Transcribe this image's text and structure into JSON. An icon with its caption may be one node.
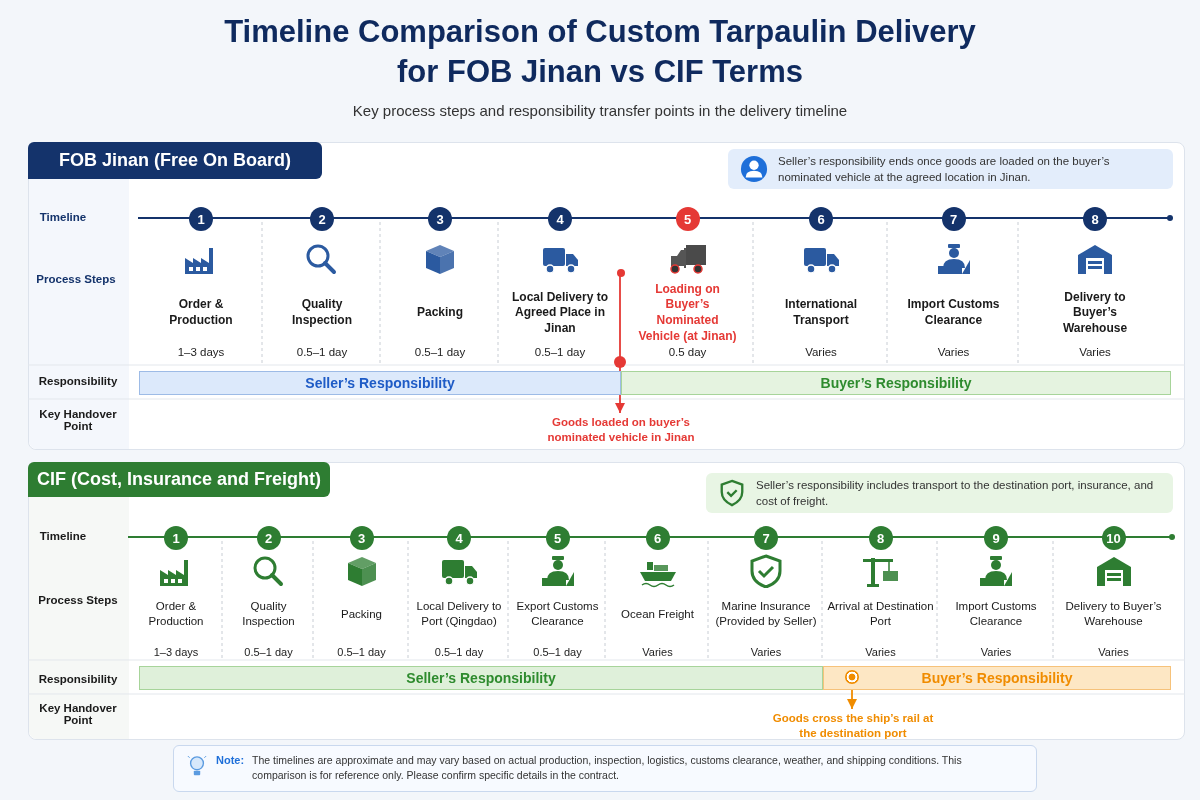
{
  "diagram": {
    "title": "Timeline Comparison of Custom Tarpaulin Delivery for FOB Jinan vs CIF Terms",
    "nodes": [
      {
        "text": [
          "FOB Jinan (Free On Board)"
        ]
      },
      {
        "text": [
          "Seller’s responsibility ends once goods are loaded on the buyer’s nominated vehicle at the agreed location in Jinan."
        ],
        "in": 0
      },
      {
        "text": [
          "1",
          "Order & Production",
          "1–3 days"
        ],
        "in": 0
      },
      {
        "text": [
          "2",
          "Quality Inspection",
          "0.5–1 day"
        ],
        "in": 0
      },
      {
        "text": [
          "3",
          "Packing",
          "0.5–1 day"
        ],
        "in": 0
      },
      {
        "text": [
          "4",
          "Local Delivery to Agreed Place in Jinan",
          "0.5–1 day"
        ],
        "in": 0
      },
      {
        "text": [
          "5",
          "Loading on Buyer’s Nominated Vehicle (at Jinan)",
          "0.5 day"
        ],
        "in": 0
      },
      {
        "text": [
          "6",
          "International Transport",
          "Varies"
        ],
        "in": 0
      },
      {
        "text": [
          "7",
          "Import Customs Clearance",
          "Varies"
        ],
        "in": 0
      },
      {
        "text": [
          "8",
          "Delivery to Buyer’s Warehouse",
          "Varies"
        ],
        "in": 0
      },
      {
        "text": [
          "Seller’s Responsibility"
        ],
        "in": 0
      },
      {
        "text": [
          "Buyer’s Responsibility"
        ],
        "in": 0
      },
      {
        "text": [
          "Goods loaded on buyer’s nominated vehicle in Jinan"
        ],
        "in": 0
      },
      {
        "text": [
          "CIF (Cost, Insurance and Freight)"
        ]
      },
      {
        "text": [
          "Seller’s responsibility includes transport to the destination port, insurance, and cost of freight."
        ],
        "in": 13
      },
      {
        "text": [
          "1",
          "Order & Production",
          "1–3 days"
        ],
        "in": 13
      },
      {
        "text": [
          "2",
          "Quality Inspection",
          "0.5–1 day"
        ],
        "in": 13
      },
      {
        "text": [
          "3",
          "Packing",
          "0.5–1 day"
        ],
        "in": 13
      },
      {
        "text": [
          "4",
          "Local Delivery to Port (Qingdao)",
          "0.5–1 day"
        ],
        "in": 13
      },
      {
        "text": [
          "5",
          "Export Customs Clearance",
          "0.5–1 day"
        ],
        "in": 13
      },
      {
        "text": [
          "6",
          "Ocean Freight",
          "Varies"
        ],
        "in": 13
      },
      {
        "text": [
          "7",
          "Marine Insurance (Provided by Seller)",
          "Varies"
        ],
        "in": 13
      },
      {
        "text": [
          "8",
          "Arrival at Destination Port",
          "Varies"
        ],
        "in": 13
      },
      {
        "text": [
          "9",
          "Import Customs Clearance",
          "Varies"
        ],
        "in": 13
      },
      {
        "text": [
          "10",
          "Delivery to Buyer’s Warehouse",
          "Varies"
        ],
        "in": 13
      },
      {
        "text": [
          "Seller’s Responsibility"
        ],
        "in": 13
      },
      {
        "text": [
          "Buyer’s Responsibility"
        ],
        "in": 13
      },
      {
        "text": [
          "Goods cross the ship’s rail at the destination port"
        ],
        "in": 13
      },
      {
        "text": [
          "Note:",
          "The timelines are approximate and may vary based on actual production, inspection, logistics, customs clearance, weather, and shipping conditions. This comparison is for reference only. Please confirm specific details in the contract."
        ]
      },
      {
        "text": [],
        "shape": "circle",
        "in": 0
      }
    ],
    "edges": [
      {
        "from": 29,
        "to": 12,
        "arrow": "to",
        "color": "#e53935"
      },
      {
        "from": 26,
        "to": 27,
        "arrow": "to",
        "color": "#f08c00"
      }
    ],
    "labels": [
      "Key process steps and responsibility transfer points in the delivery timeline",
      "Timeline",
      "Process Steps",
      "Responsibility",
      "Key Handover Point",
      "Timeline",
      "Process Steps",
      "Responsibility",
      "Key Handover Point"
    ]
  }
}
